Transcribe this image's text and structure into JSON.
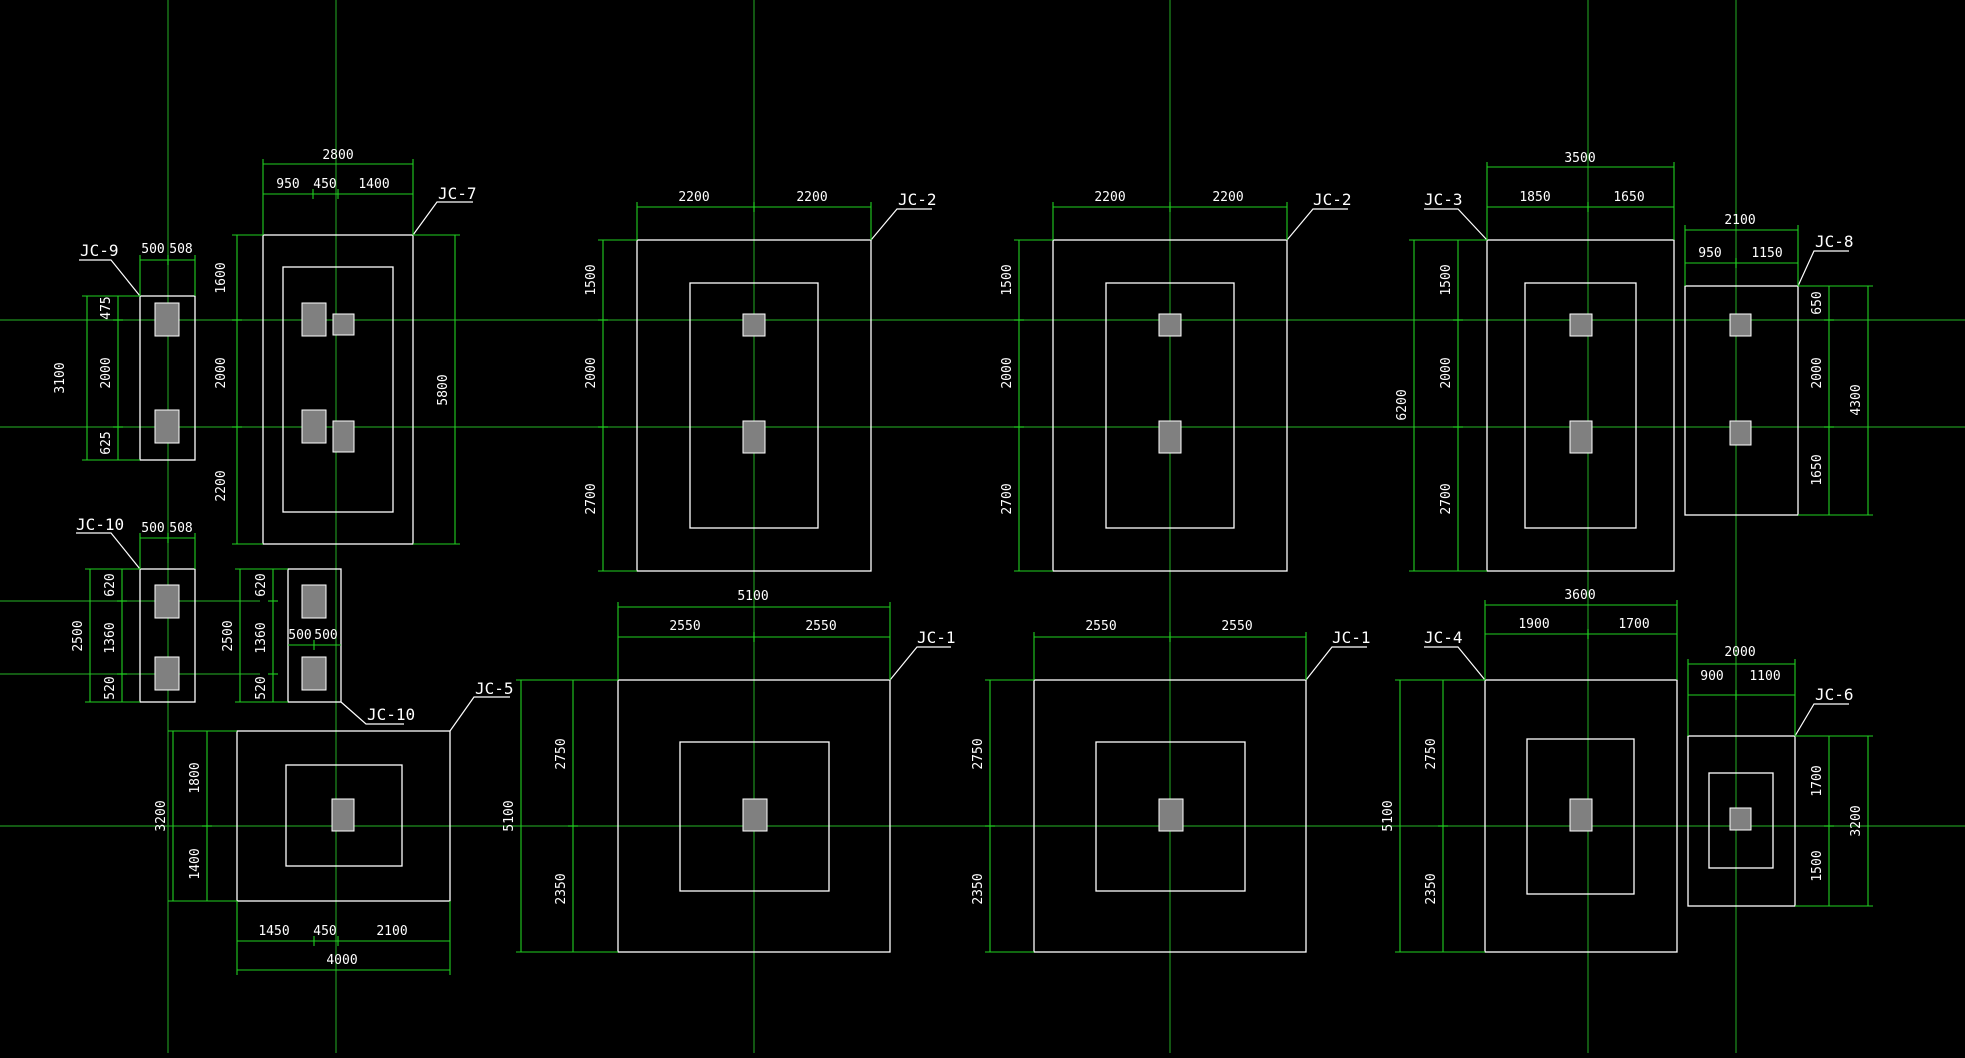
{
  "colors": {
    "background": "#000000",
    "outline": "#ffffff",
    "dimension": "#20d020",
    "axis": "#1f8f1f",
    "column": "#808080"
  },
  "drawing": {
    "labels": {
      "jc9": "JC-9",
      "jc7": "JC-7",
      "jc2a": "JC-2",
      "jc2b": "JC-2",
      "jc3": "JC-3",
      "jc8": "JC-8",
      "jc10a": "JC-10",
      "jc10b": "JC-10",
      "jc5": "JC-5",
      "jc1a": "JC-1",
      "jc1b": "JC-1",
      "jc4": "JC-4",
      "jc6": "JC-6"
    },
    "dims": {
      "jc9_top_a": "500",
      "jc9_top_b": "508",
      "jc9_h1": "475",
      "jc9_h2": "2000",
      "jc9_h3": "625",
      "jc9_total": "3100",
      "jc7_total": "2800",
      "jc7_a": "950",
      "jc7_b": "450",
      "jc7_c": "1400",
      "jc7_h1": "1600",
      "jc7_h2": "2000",
      "jc7_h3": "2200",
      "jc7_right": "5800",
      "jc2a_l": "2200",
      "jc2a_r": "2200",
      "jc2a_h1": "1500",
      "jc2a_h2": "2000",
      "jc2a_h3": "2700",
      "jc2b_l": "2200",
      "jc2b_r": "2200",
      "jc2b_h1": "1500",
      "jc2b_h2": "2000",
      "jc2b_h3": "2700",
      "jc3_total": "3500",
      "jc3_l": "1850",
      "jc3_r": "1650",
      "jc3_h1": "1500",
      "jc3_h2": "2000",
      "jc3_h3": "2700",
      "jc3_left": "6200",
      "jc8_total": "2100",
      "jc8_l": "950",
      "jc8_r": "1150",
      "jc8_h1": "650",
      "jc8_h2": "2000",
      "jc8_h3": "1650",
      "jc8_right": "4300",
      "jc10a_top_a": "500",
      "jc10a_top_b": "508",
      "jc10a_h1": "620",
      "jc10a_h2": "1360",
      "jc10a_h3": "520",
      "jc10a_total": "2500",
      "jc10b_h1": "620",
      "jc10b_h2": "1360",
      "jc10b_h3": "520",
      "jc10b_total": "2500",
      "jc10b_w1": "500",
      "jc10b_w2": "500",
      "jc5_h1": "1800",
      "jc5_h2": "1400",
      "jc5_total": "3200",
      "jc5_a": "1450",
      "jc5_b": "450",
      "jc5_c": "2100",
      "jc5_w": "4000",
      "jc1a_total": "5100",
      "jc1a_l": "2550",
      "jc1a_r": "2550",
      "jc1a_h1": "2750",
      "jc1a_h2": "2350",
      "jc1a_left": "5100",
      "jc1b_l": "2550",
      "jc1b_r": "2550",
      "jc1b_h1": "2750",
      "jc1b_h2": "2350",
      "jc4_total": "3600",
      "jc4_l": "1900",
      "jc4_r": "1700",
      "jc4_h1": "2750",
      "jc4_h2": "2350",
      "jc4_left": "5100",
      "jc6_total": "2000",
      "jc6_l": "900",
      "jc6_r": "1100",
      "jc6_h1": "1700",
      "jc6_h2": "1500",
      "jc6_right": "3200"
    }
  }
}
